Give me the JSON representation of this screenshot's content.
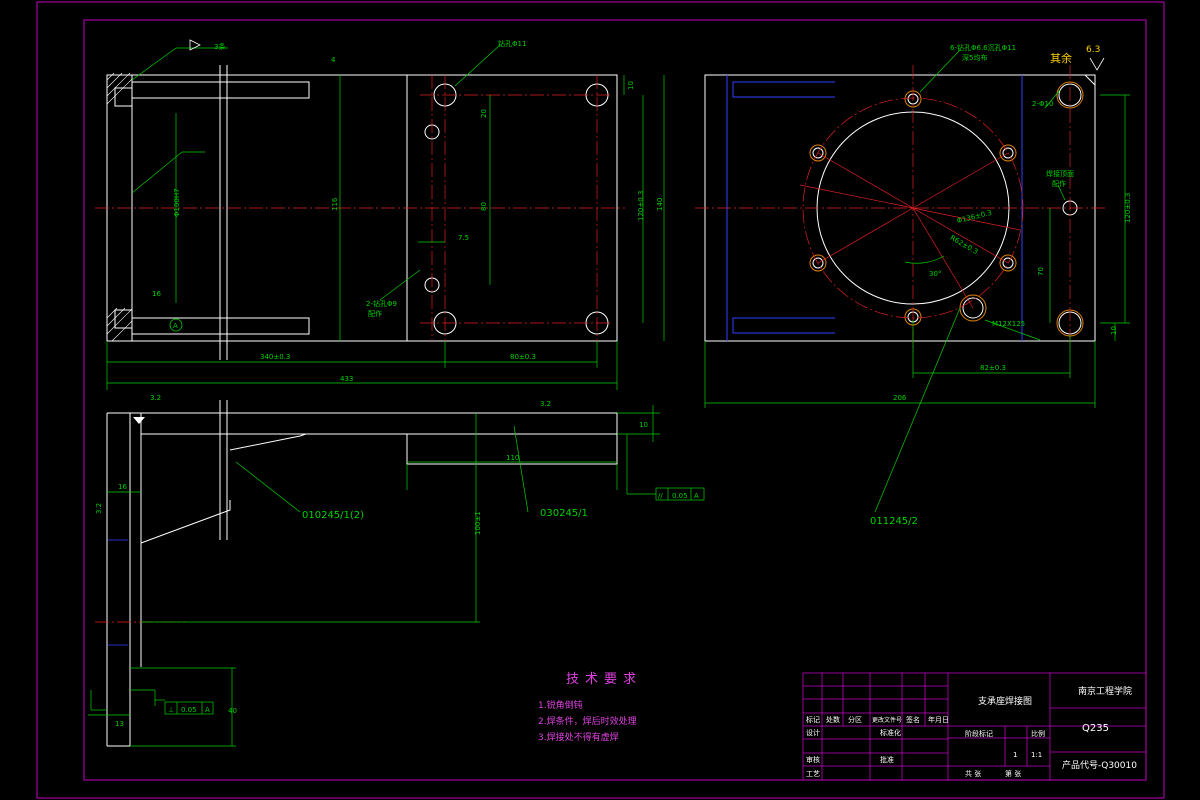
{
  "colors": {
    "frame": "#c000c0",
    "outline": "#ffffff",
    "dimension": "#00d000",
    "centerline": "#e02020",
    "hidden": "#3040ff",
    "label": "#00ff00",
    "tech_text": "#e040e0",
    "bg": "#000000"
  },
  "top_view": {
    "weld_note": "3条",
    "hole_note_1": "钻孔Φ11",
    "dim_4": "4",
    "dim_10": "10",
    "dim_20": "20",
    "dim_80": "80",
    "dim_7_5": "7.5",
    "dim_116": "116",
    "dim_120": "120±0.3",
    "dim_140": "140",
    "dim_bore": "Φ100H7",
    "dim_16": "16",
    "datum": "A",
    "hole_note_2": "2-钻孔Φ9",
    "hole_note_2b": "配作",
    "dim_340": "340±0.3",
    "dim_80_3": "80±0.3",
    "dim_433": "433"
  },
  "front_view": {
    "roughness_1": "3.2",
    "roughness_2": "3.2",
    "dim_10b": "10",
    "dim_110": "110",
    "dim_16b": "16",
    "dim_100": "100±1",
    "part_1": "010245/1(2)",
    "part_2": "030245/1",
    "tol_sym": "//",
    "tol_val": "0.05",
    "tol_datum": "A",
    "roughness_3": "3.2",
    "dim_13": "13",
    "dim_40": "40",
    "perp_sym": "⊥",
    "perp_val": "0.05",
    "perp_datum": "A"
  },
  "side_view": {
    "hole_note": "6-钻孔Φ6.6沉孔Φ11",
    "hole_note_b": "深5均布",
    "roughness_label": "其余",
    "roughness_val": "6.3",
    "note_4holes": "2-Φ10",
    "note_weld": "焊接顶面",
    "note_weld_b": "配作",
    "dim_pcd": "Φ136±0.3",
    "dim_pcd2": "R62±0.3",
    "angle": "30°",
    "thread": "M12X125",
    "dim_120": "120±0.3",
    "dim_70": "70",
    "dim_10": "10",
    "dim_82": "82±0.3",
    "dim_206": "206",
    "part_3": "011245/2"
  },
  "tech": {
    "title": "技术要求",
    "items": [
      "1.锐角倒钝",
      "2.焊条件，焊后时效处理",
      "3.焊接处不得有虚焊"
    ]
  },
  "title_block": {
    "name": "支承座焊接图",
    "school": "南京工程学院",
    "material": "Q235",
    "scale_label": "比例",
    "scale": "1:1",
    "qty": "1",
    "stage": "阶段标记",
    "code": "产品代号-Q30010",
    "row_labels": [
      "标记",
      "处数",
      "分区",
      "更改文件号",
      "签名",
      "年月日"
    ],
    "left_labels": [
      "设计",
      "审核",
      "工艺"
    ],
    "std_label": "标准化",
    "approve_label": "批准",
    "sheet": "共 张",
    "sheet2": "第 张"
  }
}
